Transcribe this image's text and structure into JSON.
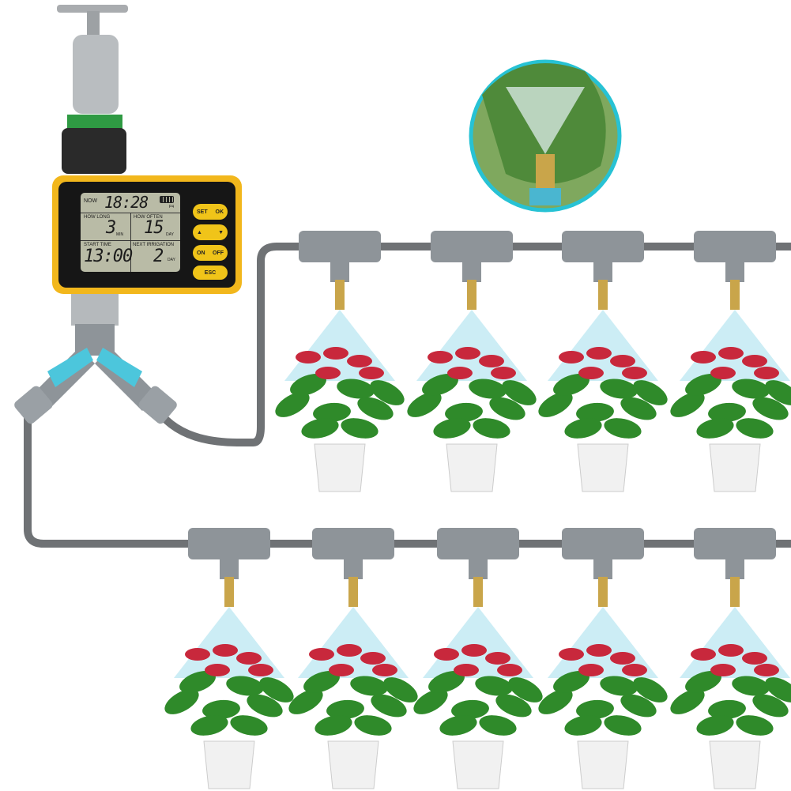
{
  "timer": {
    "now_label": "NOW",
    "now_time": "18:28",
    "program": "P4",
    "how_long_label": "HOW LONG",
    "how_long_value": "3",
    "how_long_unit": "MIN",
    "how_often_label": "HOW OFTEN",
    "how_often_value": "15",
    "how_often_unit": "DAY",
    "start_label": "START   TIME",
    "start_value": "13:00",
    "next_label": "NEXT   IRRIGATION",
    "next_value": "2",
    "next_unit": "DAY",
    "buttons": {
      "set": "SET",
      "ok": "OK",
      "up": "▲",
      "down": "▼",
      "on": "ON",
      "off": "OFF",
      "esc": "ESC"
    }
  },
  "colors": {
    "timer_body": "#f2b71c",
    "pipe": "#6f7275",
    "fitting": "#8e9499",
    "valve": "#4cc6dc",
    "mist": "#bfe8f2",
    "leaf": "#2f8a2a",
    "flower": "#c8283c",
    "pot": "#f1f1f1"
  },
  "plants": {
    "top_row_count": 4,
    "bottom_row_count": 5
  }
}
